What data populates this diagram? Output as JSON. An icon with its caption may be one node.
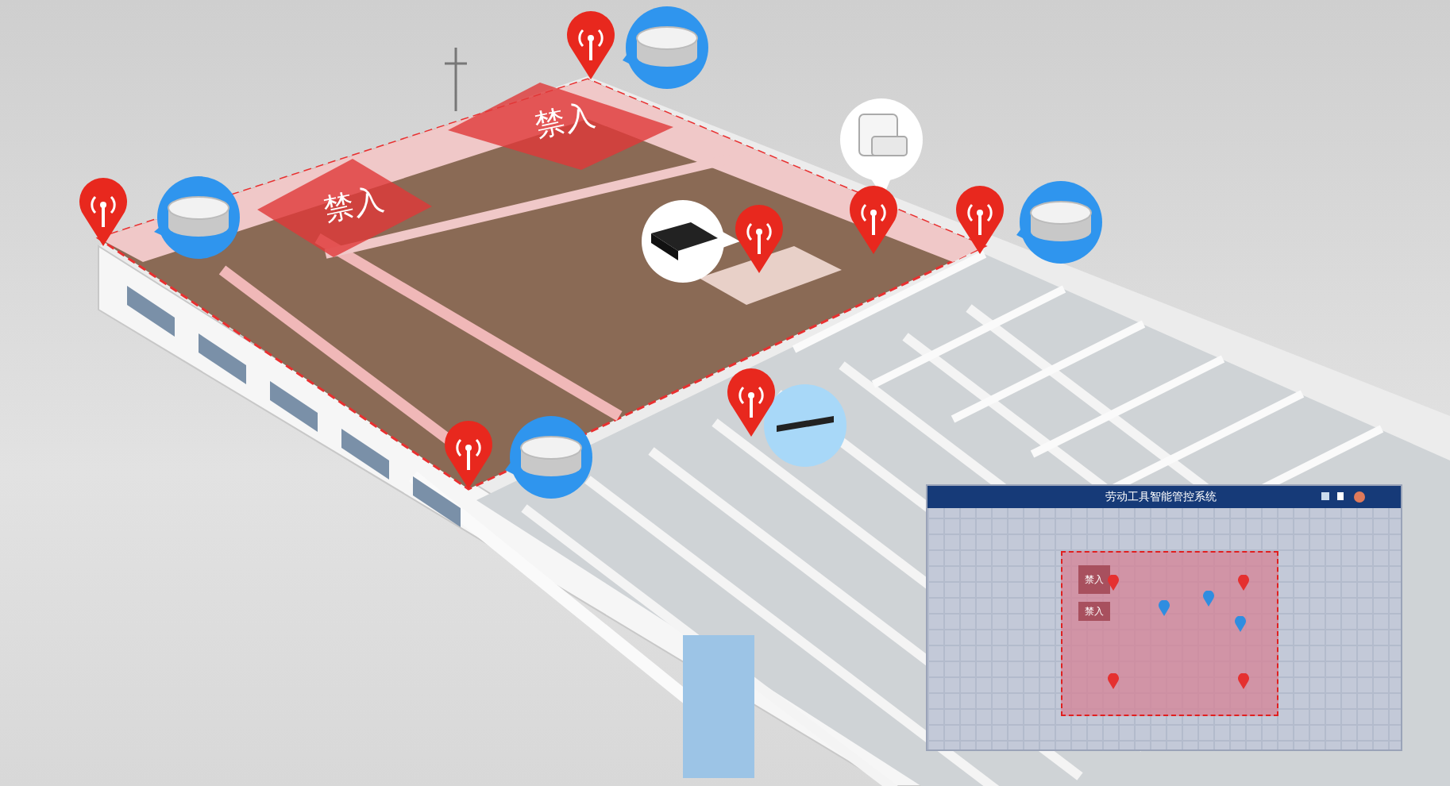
{
  "diagram": {
    "nodes": [
      {
        "text": [
          "禁入"
        ]
      },
      {
        "text": [
          "禁入"
        ]
      },
      {
        "text": [
          "劳动工具智能管控系统"
        ]
      },
      {
        "text": [],
        "shape": "box",
        "in": 2
      },
      {
        "text": [
          "禁入"
        ],
        "in": 3
      },
      {
        "text": [
          "禁入"
        ],
        "in": 3
      }
    ]
  }
}
